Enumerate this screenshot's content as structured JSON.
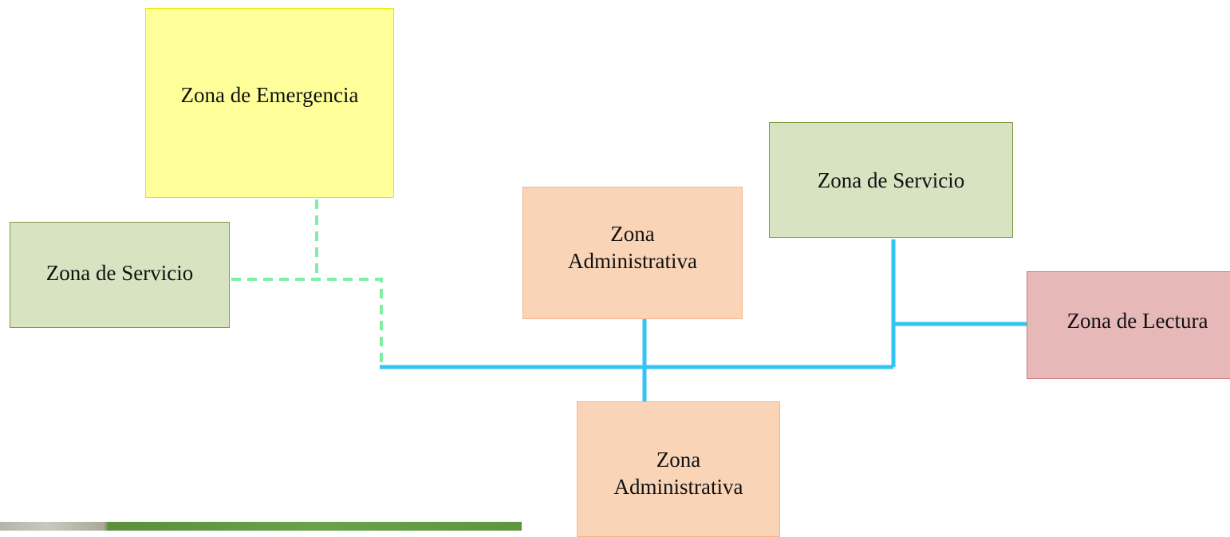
{
  "zones": {
    "emergencia": {
      "label": "Zona de Emergencia",
      "fill": "#ffff99",
      "border": "#e8e800"
    },
    "servicio_izquierda": {
      "label": "Zona de Servicio",
      "fill": "#d8e3c2",
      "border": "#7f9a3e"
    },
    "administrativa_superior": {
      "line1": "Zona",
      "line2": "Administrativa",
      "fill": "#fad4b6",
      "border": "#f2b68a"
    },
    "servicio_derecha": {
      "label": "Zona de Servicio",
      "fill": "#d8e3c2",
      "border": "#7f9a3e"
    },
    "lectura": {
      "label": "Zona de Lectura",
      "fill": "#e6b8b7",
      "border": "#c87a79"
    },
    "administrativa_inferior": {
      "line1": "Zona",
      "line2": "Administrativa",
      "fill": "#fad4b6",
      "border": "#f2b68a"
    }
  },
  "connections": {
    "dashed_color": "#7df0a6",
    "solid_color": "#33c4f4",
    "dashed": [
      [
        "Zona de Emergencia",
        "Zona de Servicio (izquierda)"
      ],
      [
        "Zona de Servicio (izquierda)",
        "corredor principal"
      ]
    ],
    "solid": [
      [
        "corredor principal",
        "Zona Administrativa (superior)"
      ],
      [
        "corredor principal",
        "Zona Administrativa (inferior)"
      ],
      [
        "corredor principal",
        "Zona de Servicio (derecha)"
      ],
      [
        "Zona de Servicio (derecha)",
        "Zona de Lectura"
      ]
    ]
  }
}
